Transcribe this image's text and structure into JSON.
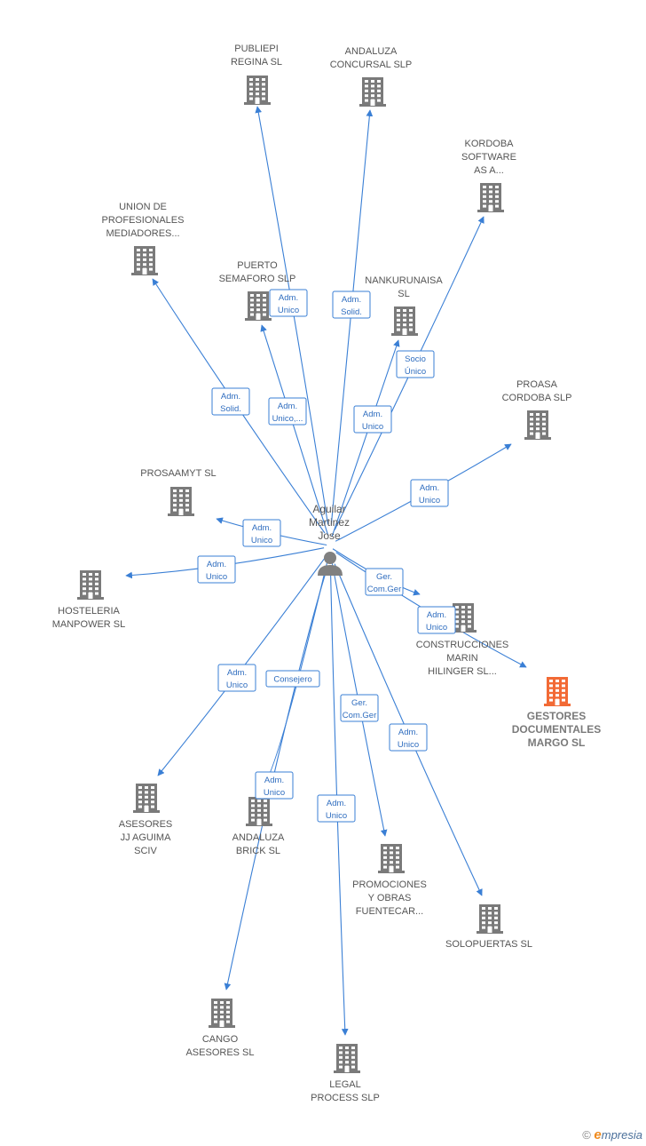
{
  "center": {
    "name": "center-person",
    "lines": [
      "Aguilar",
      "Martinez",
      "Jose"
    ]
  },
  "companies": [
    {
      "id": "publiepi",
      "lines": [
        "PUBLIEPI",
        "REGINA SL"
      ]
    },
    {
      "id": "andaluza-concursal",
      "lines": [
        "ANDALUZA",
        "CONCURSAL SLP"
      ]
    },
    {
      "id": "kordoba",
      "lines": [
        "KORDOBA",
        "SOFTWARE",
        "AS A..."
      ]
    },
    {
      "id": "union-profesionales",
      "lines": [
        "UNION DE",
        "PROFESIONALES",
        "MEDIADORES..."
      ]
    },
    {
      "id": "puerto-semaforo",
      "lines": [
        "PUERTO",
        "SEMAFORO  SLP"
      ]
    },
    {
      "id": "nankurunaisa",
      "lines": [
        "NANKURUNAISA",
        "SL"
      ]
    },
    {
      "id": "proasa",
      "lines": [
        "PROASA",
        "CORDOBA SLP"
      ]
    },
    {
      "id": "prosaamyt",
      "lines": [
        "PROSAAMYT  SL"
      ]
    },
    {
      "id": "hosteleria",
      "lines": [
        "HOSTELERIA",
        "MANPOWER  SL"
      ]
    },
    {
      "id": "construcciones-marin",
      "lines": [
        "CONSTRUCCIONES",
        "MARIN",
        "HILINGER SL..."
      ]
    },
    {
      "id": "gestores-documentales",
      "lines": [
        "GESTORES",
        "DOCUMENTALES",
        "MARGO  SL"
      ],
      "highlight": true
    },
    {
      "id": "asesores-jj",
      "lines": [
        "ASESORES",
        "JJ AGUIMA",
        "SCIV"
      ]
    },
    {
      "id": "andaluza-brick",
      "lines": [
        "ANDALUZA",
        "BRICK  SL"
      ]
    },
    {
      "id": "promociones",
      "lines": [
        "PROMOCIONES",
        "Y OBRAS",
        "FUENTECAR..."
      ]
    },
    {
      "id": "solopuertas",
      "lines": [
        "SOLOPUERTAS SL"
      ]
    },
    {
      "id": "cango",
      "lines": [
        "CANGO",
        "ASESORES  SL"
      ]
    },
    {
      "id": "legal-process",
      "lines": [
        "LEGAL",
        "PROCESS SLP"
      ]
    }
  ],
  "edges": [
    {
      "to": "publiepi",
      "label": [
        "Adm.",
        "Unico"
      ]
    },
    {
      "to": "andaluza-concursal",
      "label": [
        "Adm.",
        "Solid."
      ]
    },
    {
      "to": "kordoba",
      "label": [
        "Socio",
        "Único"
      ]
    },
    {
      "to": "union-profesionales",
      "label": [
        "Adm.",
        "Solid."
      ]
    },
    {
      "to": "puerto-semaforo",
      "label": [
        "Adm.",
        "Unico,..."
      ]
    },
    {
      "to": "nankurunaisa",
      "label": [
        "Adm.",
        "Unico"
      ]
    },
    {
      "to": "proasa",
      "label": [
        "Adm.",
        "Unico"
      ]
    },
    {
      "to": "prosaamyt",
      "label": [
        "Adm.",
        "Unico"
      ]
    },
    {
      "to": "hosteleria",
      "label": [
        "Adm.",
        "Unico"
      ]
    },
    {
      "to": "construcciones-marin",
      "label": [
        "Ger.",
        "Com.Ger"
      ]
    },
    {
      "to": "gestores-documentales",
      "label": [
        "Adm.",
        "Unico"
      ]
    },
    {
      "to": "asesores-jj",
      "label": [
        "Adm.",
        "Unico"
      ]
    },
    {
      "to": "andaluza-brick",
      "label": [
        "Adm.",
        "Unico"
      ]
    },
    {
      "to": "cango",
      "label": [
        "Consejero"
      ]
    },
    {
      "to": "promociones",
      "label": [
        "Ger.",
        "Com.Ger"
      ]
    },
    {
      "to": "solopuertas",
      "label": [
        "Adm.",
        "Unico"
      ]
    },
    {
      "to": "legal-process",
      "label": [
        "Adm.",
        "Unico"
      ]
    }
  ],
  "colors": {
    "edge": "#3a7fd5",
    "building": "#7a7a7a",
    "highlight": "#f26a35",
    "person": "#808080"
  },
  "brand": {
    "copyright": "©",
    "initial": "e",
    "rest": "mpresia"
  }
}
